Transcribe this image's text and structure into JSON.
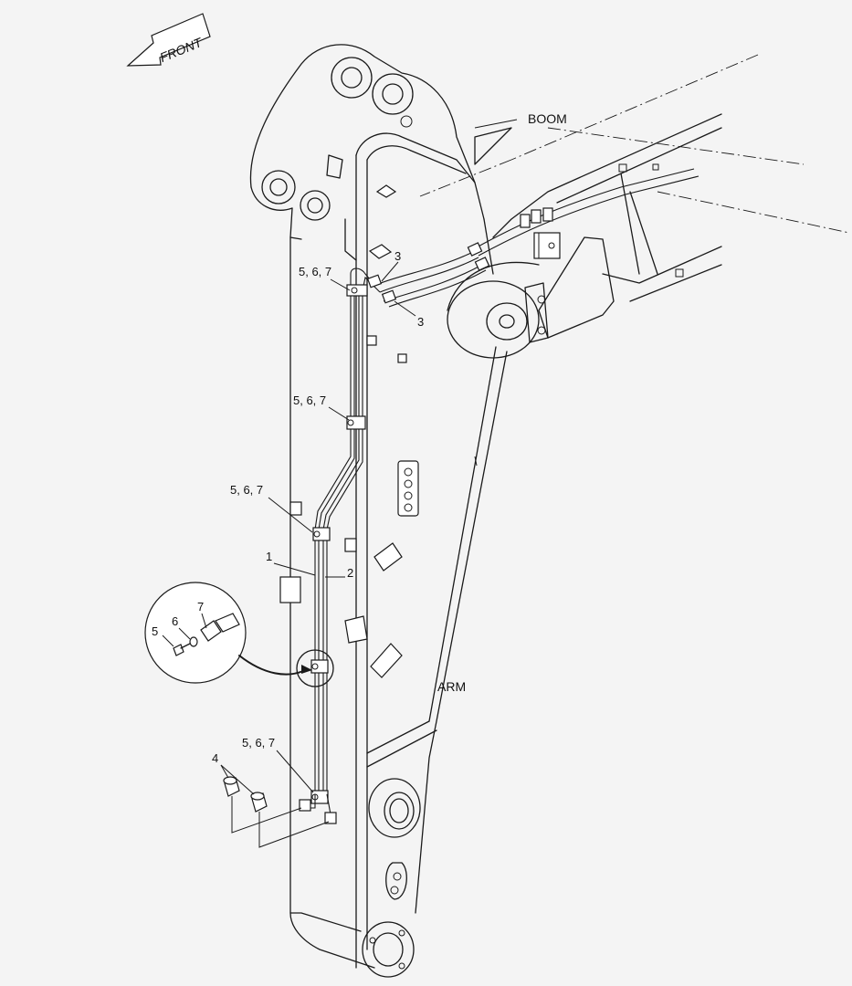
{
  "direction": {
    "label": "FRONT",
    "icon": "front-arrow-icon"
  },
  "callouts": {
    "boom": "BOOM",
    "arm": "ARM",
    "c1": "1",
    "c2": "2",
    "c3a": "3",
    "c3b": "3",
    "c4": "4",
    "c567a": "5, 6, 7",
    "c567b": "5, 6, 7",
    "c567c": "5, 6, 7",
    "c567d": "5, 6, 7",
    "d5": "5",
    "d6": "6",
    "d7": "7"
  }
}
